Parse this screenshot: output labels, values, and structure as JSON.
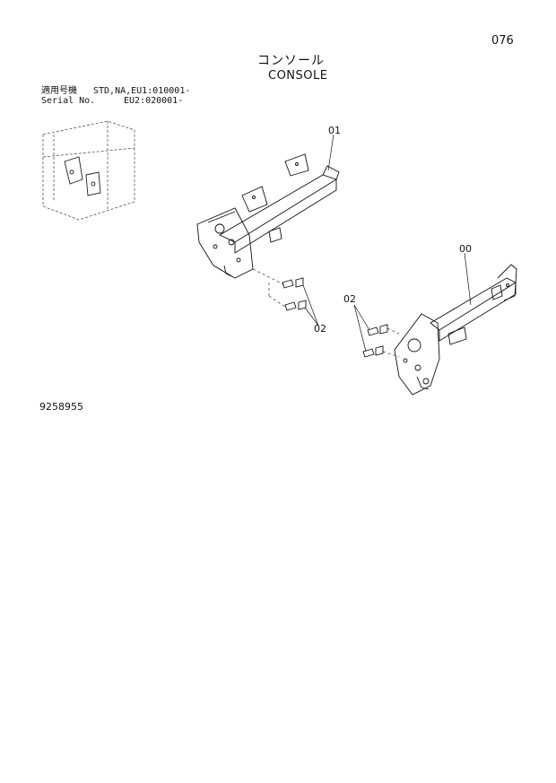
{
  "page_number": "076",
  "title_jp": "コンソール",
  "title_en": "CONSOLE",
  "applicability": {
    "row1_label": "適用号機",
    "row1_value": "STD,NA,EU1:010001-",
    "row2_label": "Serial No.",
    "row2_value": "EU2:020001-"
  },
  "callouts": {
    "part_01": "01",
    "part_00": "00",
    "part_02_left": "02",
    "part_02_right": "02"
  },
  "document_number": "9258955"
}
